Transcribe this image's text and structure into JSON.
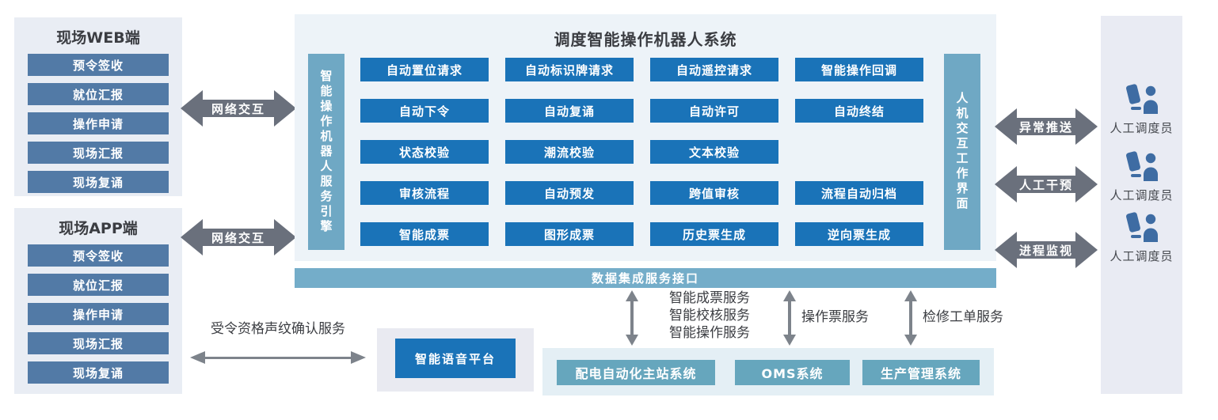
{
  "left_web": {
    "title": "现场WEB端",
    "items": [
      "预令签收",
      "就位汇报",
      "操作申请",
      "现场汇报",
      "现场复诵"
    ]
  },
  "left_app": {
    "title": "现场APP端",
    "items": [
      "预令签收",
      "就位汇报",
      "操作申请",
      "现场汇报",
      "现场复诵"
    ]
  },
  "network_arrows": {
    "top": "网络交互",
    "bottom": "网络交互"
  },
  "main": {
    "title": "调度智能操作机器人系统",
    "left_bar": "智能操作机器人服务引擎",
    "right_bar": "人机交互工作界面",
    "rows": [
      [
        "自动置位请求",
        "自动标识牌请求",
        "自动遥控请求",
        "智能操作回调"
      ],
      [
        "自动下令",
        "自动复诵",
        "自动许可",
        "自动终结"
      ],
      [
        "状态校验",
        "潮流校验",
        "文本校验"
      ],
      [
        "审核流程",
        "自动预发",
        "跨值审核",
        "流程自动归档"
      ],
      [
        "智能成票",
        "图形成票",
        "历史票生成",
        "逆向票生成"
      ]
    ],
    "data_bar": "数据集成服务接口"
  },
  "right_arrows": [
    {
      "label": "异常推送"
    },
    {
      "label": "人工干预"
    },
    {
      "label": "进程监视"
    }
  ],
  "operators": [
    {
      "label": "人工调度员"
    },
    {
      "label": "人工调度员"
    },
    {
      "label": "人工调度员"
    }
  ],
  "voice": {
    "label": "智能语音平台",
    "arrow_label": "受令资格声纹确认服务"
  },
  "bottom": {
    "service_groups": [
      {
        "lines": [
          "智能成票服务",
          "智能校核服务",
          "智能操作服务"
        ]
      },
      {
        "lines": [
          "操作票服务"
        ]
      },
      {
        "lines": [
          "检修工单服务"
        ]
      }
    ],
    "systems": [
      "配电自动化主站系统",
      "OMS系统",
      "生产管理系统"
    ]
  },
  "colors": {
    "bright_blue": "#1a73b8",
    "steel_blue": "#527aa6",
    "teal_bar": "#6fa8c4",
    "teal_button": "#66a6bd",
    "arrow_dark": "#6a707c",
    "arrow_light": "#7d838b",
    "panel_light": "#e9edf4",
    "main_panel": "#edf3f8",
    "icon_blue": "#3e6ca3"
  }
}
